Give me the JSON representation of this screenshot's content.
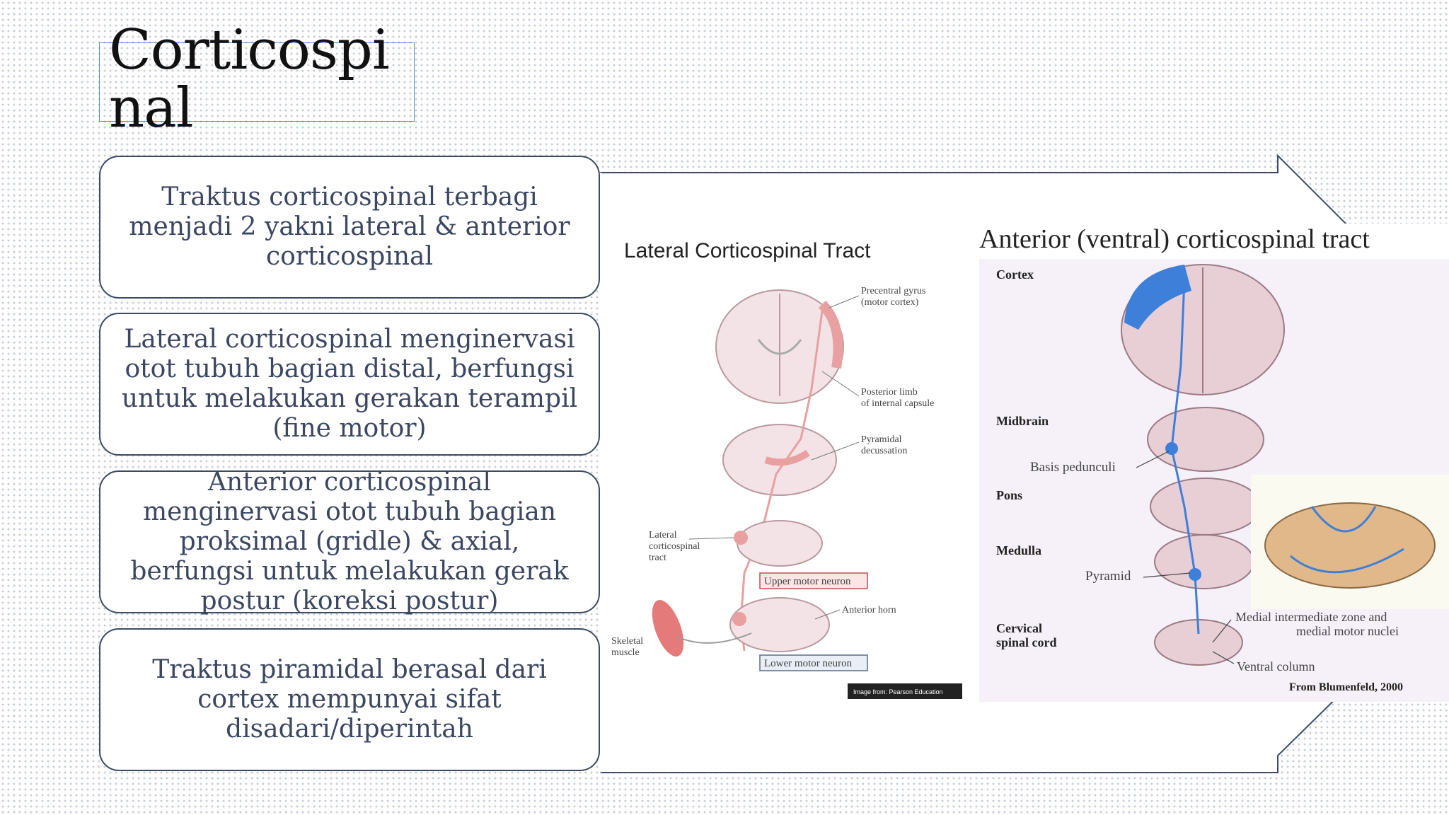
{
  "slide": {
    "title": "Corticospinal",
    "cards": [
      {
        "text": "Traktus corticospinal terbagi menjadi 2 yakni lateral & anterior corticospinal"
      },
      {
        "text": "Lateral corticospinal menginervasi otot tubuh bagian distal, berfungsi untuk melakukan gerakan terampil (fine motor)"
      },
      {
        "text": "Anterior corticospinal menginervasi otot tubuh bagian proksimal (gridle) & axial, berfungsi untuk melakukan gerak postur (koreksi postur)"
      },
      {
        "text": "Traktus piramidal berasal dari cortex mempunyai sifat disadari/diperintah"
      }
    ]
  },
  "figure_left": {
    "title": "Lateral Corticospinal Tract",
    "labels": {
      "precentral": "Precentral gyrus",
      "precentral2": "(motor cortex)",
      "posterior_limb": "Posterior limb",
      "posterior_limb2": "of internal capsule",
      "pyramidal": "Pyramidal",
      "pyramidal2": "decussation",
      "lateral_tract": "Lateral",
      "lateral_tract2": "corticospinal",
      "lateral_tract3": "tract",
      "upper_motor": "Upper motor neuron",
      "anterior_horn": "Anterior horn",
      "skeletal": "Skeletal",
      "skeletal2": "muscle",
      "lower_motor": "Lower motor neuron",
      "credit": "Image from: Pearson Education"
    }
  },
  "figure_right": {
    "title": "Anterior (ventral) corticospinal tract",
    "labels": {
      "cortex": "Cortex",
      "midbrain": "Midbrain",
      "basis": "Basis pedunculi",
      "pons": "Pons",
      "medulla": "Medulla",
      "pyramid": "Pyramid",
      "cervical": "Cervical",
      "cervical2": "spinal cord",
      "medial_zone": "Medial intermediate zone and",
      "medial_zone2": "medial motor nuclei",
      "ventral_column": "Ventral column",
      "credit": "From Blumenfeld, 2000"
    }
  },
  "colors": {
    "arrow_stroke": "#3d4a63",
    "card_text": "#3b4660",
    "tract_pink": "#e8a0a0",
    "tract_blue": "#3d7fd9",
    "brain_tissue": "#e8cfd6"
  }
}
